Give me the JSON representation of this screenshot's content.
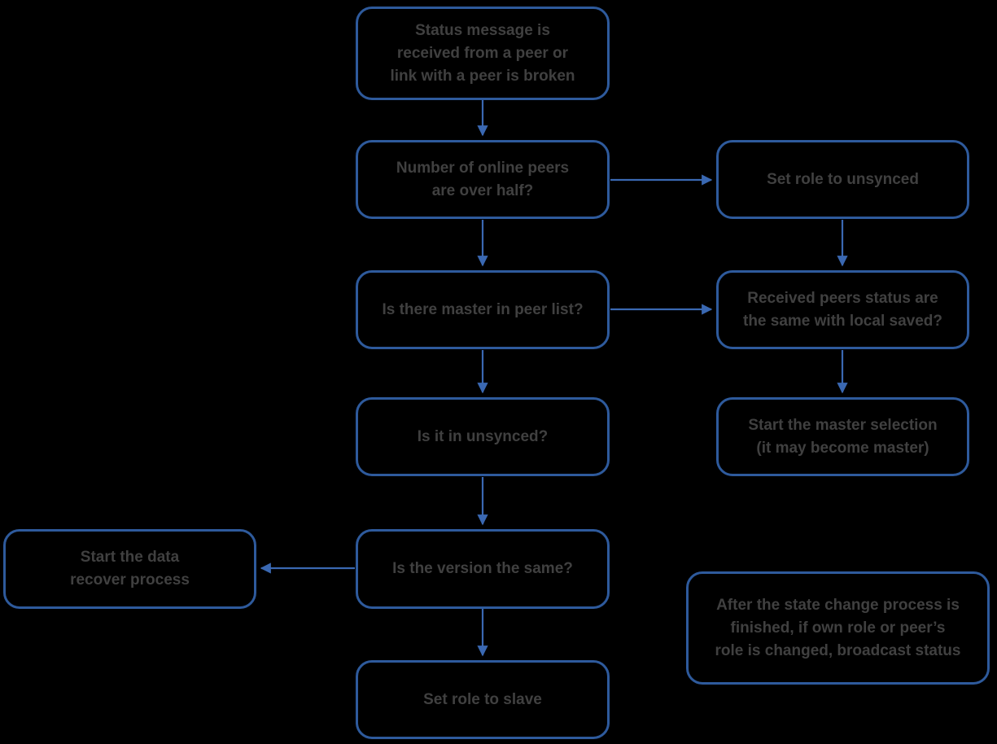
{
  "diagram": {
    "type": "flowchart",
    "colors": {
      "background": "#000000",
      "node_border": "#2e5a9c",
      "arrow": "#3a68b2",
      "node_text": "#404040"
    },
    "nodes": {
      "status_message": {
        "label": "Status message is\nreceived from a peer or\nlink with a peer is broken"
      },
      "online_peers_over_half": {
        "label": "Number of online peers\nare over half?"
      },
      "set_role_unsynced": {
        "label": "Set role to unsynced"
      },
      "master_in_peer_list": {
        "label": "Is there master in peer list?"
      },
      "received_status_same": {
        "label": "Received peers status are\nthe same with local saved?"
      },
      "is_in_unsynced": {
        "label": "Is it in unsynced?"
      },
      "start_master_selection": {
        "label": "Start the master selection\n(it may become master)"
      },
      "is_version_same": {
        "label": "Is the version the same?"
      },
      "start_data_recover": {
        "label": "Start the data\nrecover process"
      },
      "set_role_slave": {
        "label": "Set role to slave"
      },
      "broadcast_note": {
        "label": "After the state change process is\nfinished, if own role or peer’s\nrole is changed, broadcast status"
      }
    },
    "edges": [
      {
        "from": "status_message",
        "to": "online_peers_over_half"
      },
      {
        "from": "online_peers_over_half",
        "to": "set_role_unsynced"
      },
      {
        "from": "online_peers_over_half",
        "to": "master_in_peer_list"
      },
      {
        "from": "set_role_unsynced",
        "to": "received_status_same"
      },
      {
        "from": "master_in_peer_list",
        "to": "received_status_same"
      },
      {
        "from": "master_in_peer_list",
        "to": "is_in_unsynced"
      },
      {
        "from": "received_status_same",
        "to": "start_master_selection"
      },
      {
        "from": "is_in_unsynced",
        "to": "is_version_same"
      },
      {
        "from": "is_version_same",
        "to": "start_data_recover"
      },
      {
        "from": "is_version_same",
        "to": "set_role_slave"
      }
    ]
  }
}
